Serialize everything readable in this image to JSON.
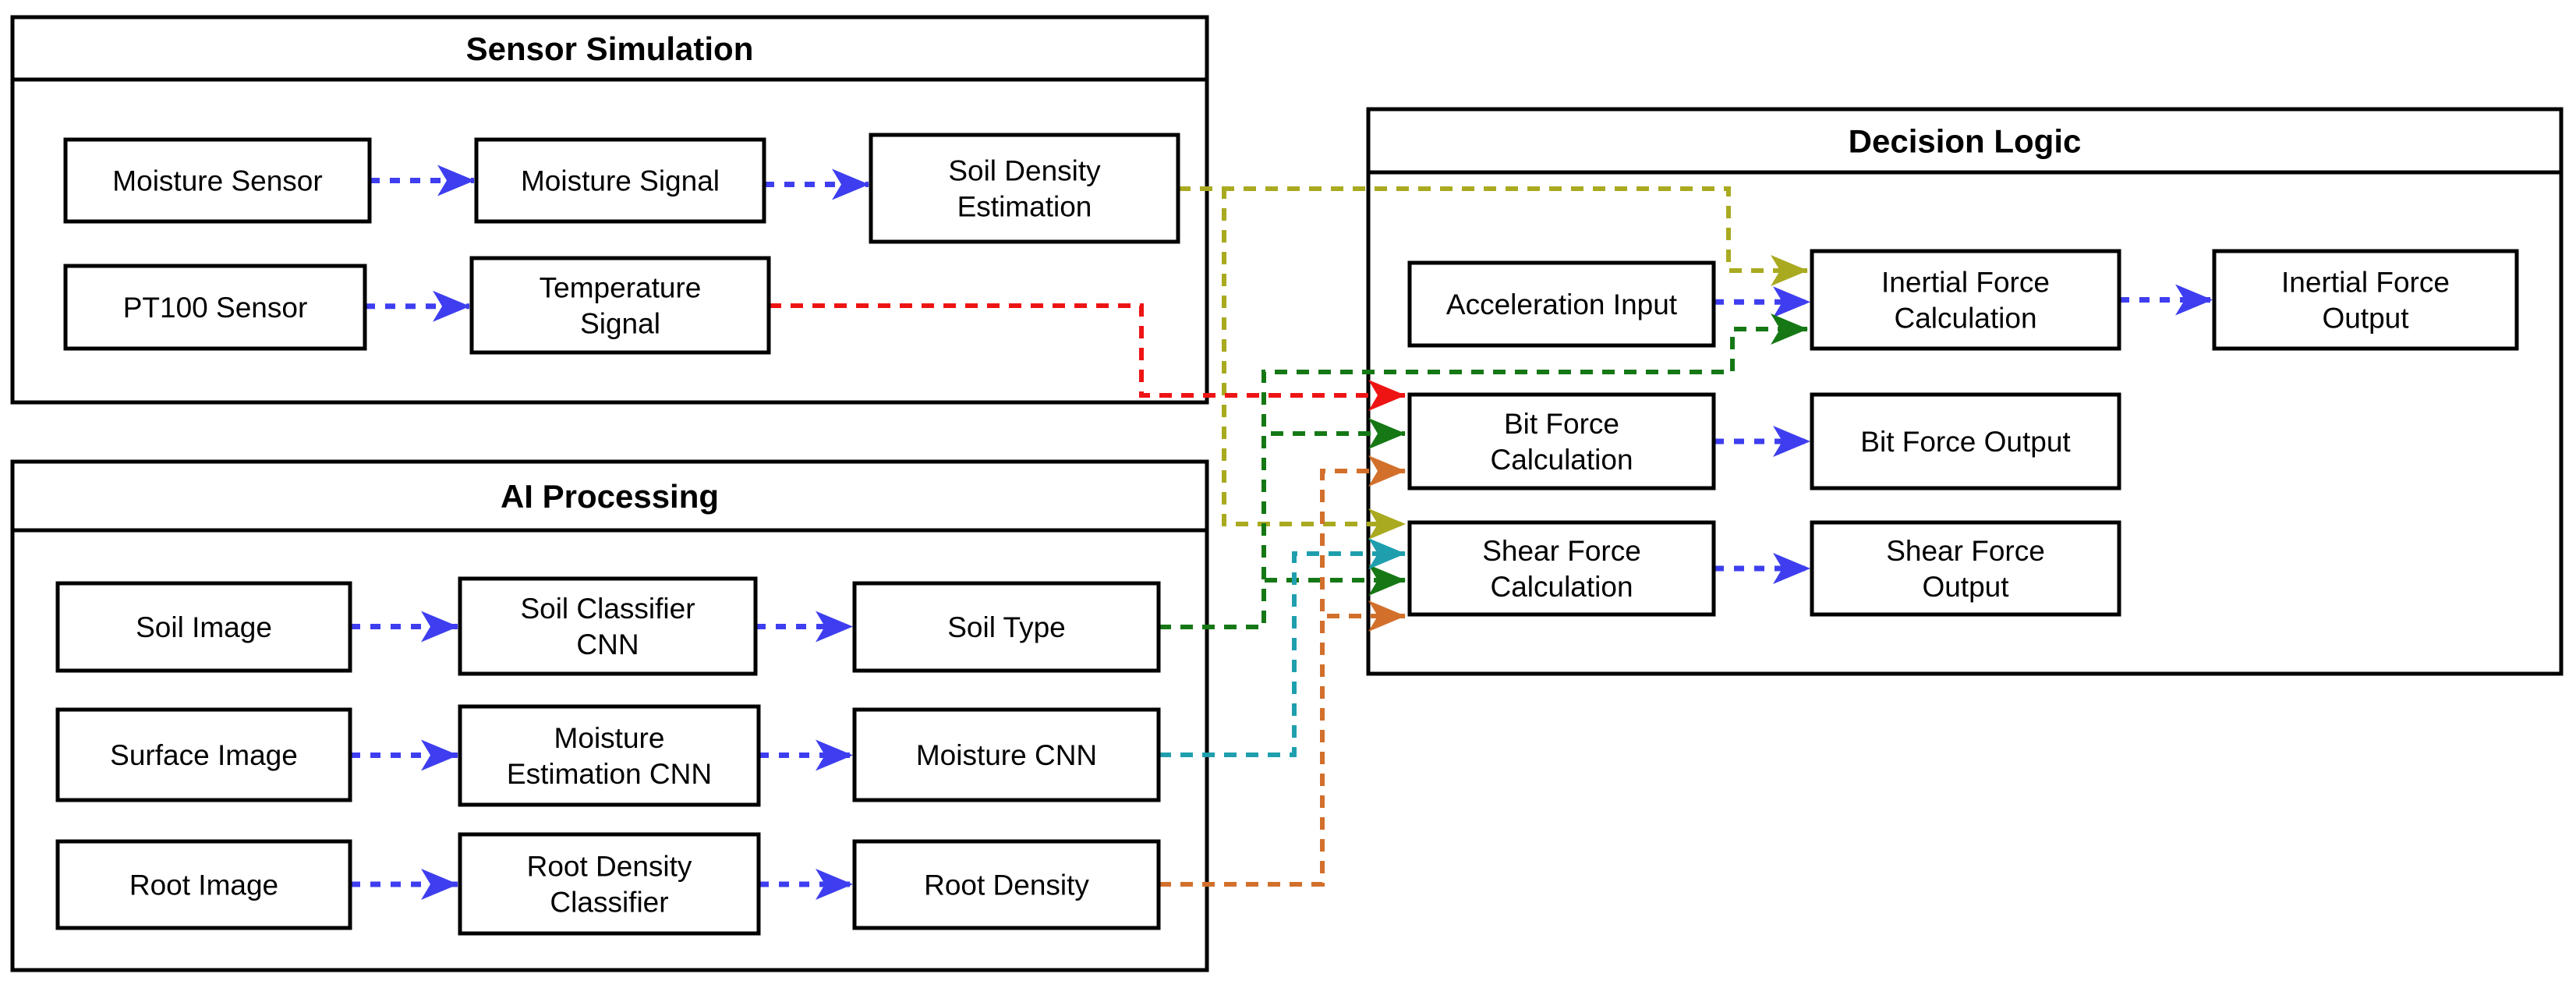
{
  "page": {
    "background": "#ffffff"
  },
  "diagram": {
    "groups": [
      {
        "id": "sensor-simulation",
        "title": "Sensor Simulation"
      },
      {
        "id": "ai-processing",
        "title": "AI Processing"
      },
      {
        "id": "decision-logic",
        "title": "Decision Logic"
      }
    ],
    "nodes": [
      {
        "id": "moisture-sensor",
        "group": "sensor-simulation",
        "label": "Moisture Sensor",
        "lines": [
          "Moisture Sensor"
        ]
      },
      {
        "id": "moisture-signal",
        "group": "sensor-simulation",
        "label": "Moisture Signal",
        "lines": [
          "Moisture Signal"
        ]
      },
      {
        "id": "soil-density-estimation",
        "group": "sensor-simulation",
        "label": "Soil Density Estimation",
        "lines": [
          "Soil Density",
          "Estimation"
        ]
      },
      {
        "id": "pt100-sensor",
        "group": "sensor-simulation",
        "label": "PT100 Sensor",
        "lines": [
          "PT100 Sensor"
        ]
      },
      {
        "id": "temperature-signal",
        "group": "sensor-simulation",
        "label": "Temperature Signal",
        "lines": [
          "Temperature",
          "Signal"
        ]
      },
      {
        "id": "soil-image",
        "group": "ai-processing",
        "label": "Soil Image",
        "lines": [
          "Soil Image"
        ]
      },
      {
        "id": "soil-classifier-cnn",
        "group": "ai-processing",
        "label": "Soil Classifier CNN",
        "lines": [
          "Soil Classifier",
          "CNN"
        ]
      },
      {
        "id": "soil-type",
        "group": "ai-processing",
        "label": "Soil Type",
        "lines": [
          "Soil Type"
        ]
      },
      {
        "id": "surface-image",
        "group": "ai-processing",
        "label": "Surface Image",
        "lines": [
          "Surface Image"
        ]
      },
      {
        "id": "moisture-estimation-cnn",
        "group": "ai-processing",
        "label": "Moisture Estimation CNN",
        "lines": [
          "Moisture",
          "Estimation CNN"
        ]
      },
      {
        "id": "moisture-cnn",
        "group": "ai-processing",
        "label": "Moisture CNN",
        "lines": [
          "Moisture CNN"
        ]
      },
      {
        "id": "root-image",
        "group": "ai-processing",
        "label": "Root Image",
        "lines": [
          "Root Image"
        ]
      },
      {
        "id": "root-density-classifier",
        "group": "ai-processing",
        "label": "Root Density Classifier",
        "lines": [
          "Root Density",
          "Classifier"
        ]
      },
      {
        "id": "root-density",
        "group": "ai-processing",
        "label": "Root Density",
        "lines": [
          "Root Density"
        ]
      },
      {
        "id": "acceleration-input",
        "group": "decision-logic",
        "label": "Acceleration Input",
        "lines": [
          "Acceleration Input"
        ]
      },
      {
        "id": "inertial-force-calculation",
        "group": "decision-logic",
        "label": "Inertial Force Calculation",
        "lines": [
          "Inertial Force",
          "Calculation"
        ]
      },
      {
        "id": "inertial-force-output",
        "group": "decision-logic",
        "label": "Inertial Force Output",
        "lines": [
          "Inertial Force",
          "Output"
        ]
      },
      {
        "id": "bit-force-calculation",
        "group": "decision-logic",
        "label": "Bit Force Calculation",
        "lines": [
          "Bit Force",
          "Calculation"
        ]
      },
      {
        "id": "bit-force-output",
        "group": "decision-logic",
        "label": "Bit Force Output",
        "lines": [
          "Bit Force Output"
        ]
      },
      {
        "id": "shear-force-calculation",
        "group": "decision-logic",
        "label": "Shear Force Calculation",
        "lines": [
          "Shear Force",
          "Calculation"
        ]
      },
      {
        "id": "shear-force-output",
        "group": "decision-logic",
        "label": "Shear Force Output",
        "lines": [
          "Shear Force",
          "Output"
        ]
      }
    ],
    "edges": [
      {
        "from": "moisture-sensor",
        "to": "moisture-signal",
        "color": "blue"
      },
      {
        "from": "moisture-signal",
        "to": "soil-density-estimation",
        "color": "blue"
      },
      {
        "from": "pt100-sensor",
        "to": "temperature-signal",
        "color": "blue"
      },
      {
        "from": "soil-image",
        "to": "soil-classifier-cnn",
        "color": "blue"
      },
      {
        "from": "soil-classifier-cnn",
        "to": "soil-type",
        "color": "blue"
      },
      {
        "from": "surface-image",
        "to": "moisture-estimation-cnn",
        "color": "blue"
      },
      {
        "from": "moisture-estimation-cnn",
        "to": "moisture-cnn",
        "color": "blue"
      },
      {
        "from": "root-image",
        "to": "root-density-classifier",
        "color": "blue"
      },
      {
        "from": "root-density-classifier",
        "to": "root-density",
        "color": "blue"
      },
      {
        "from": "acceleration-input",
        "to": "inertial-force-calculation",
        "color": "blue"
      },
      {
        "from": "inertial-force-calculation",
        "to": "inertial-force-output",
        "color": "blue"
      },
      {
        "from": "bit-force-calculation",
        "to": "bit-force-output",
        "color": "blue"
      },
      {
        "from": "shear-force-calculation",
        "to": "shear-force-output",
        "color": "blue"
      },
      {
        "from": "soil-density-estimation",
        "to": "inertial-force-calculation",
        "color": "olive"
      },
      {
        "from": "soil-density-estimation",
        "to": "shear-force-calculation",
        "color": "olive"
      },
      {
        "from": "temperature-signal",
        "to": "bit-force-calculation",
        "color": "red"
      },
      {
        "from": "soil-type",
        "to": "inertial-force-calculation",
        "color": "green"
      },
      {
        "from": "soil-type",
        "to": "bit-force-calculation",
        "color": "green"
      },
      {
        "from": "soil-type",
        "to": "shear-force-calculation",
        "color": "green"
      },
      {
        "from": "moisture-cnn",
        "to": "shear-force-calculation",
        "color": "teal"
      },
      {
        "from": "root-density",
        "to": "bit-force-calculation",
        "color": "orange"
      },
      {
        "from": "root-density",
        "to": "shear-force-calculation",
        "color": "orange"
      }
    ],
    "colors": {
      "blue": "#3e3ef0",
      "red": "#ee1414",
      "green": "#157815",
      "olive": "#a9aa20",
      "teal": "#1f9fae",
      "orange": "#d2702b",
      "stroke": "#000000",
      "node_fill": "#ffffff"
    }
  }
}
